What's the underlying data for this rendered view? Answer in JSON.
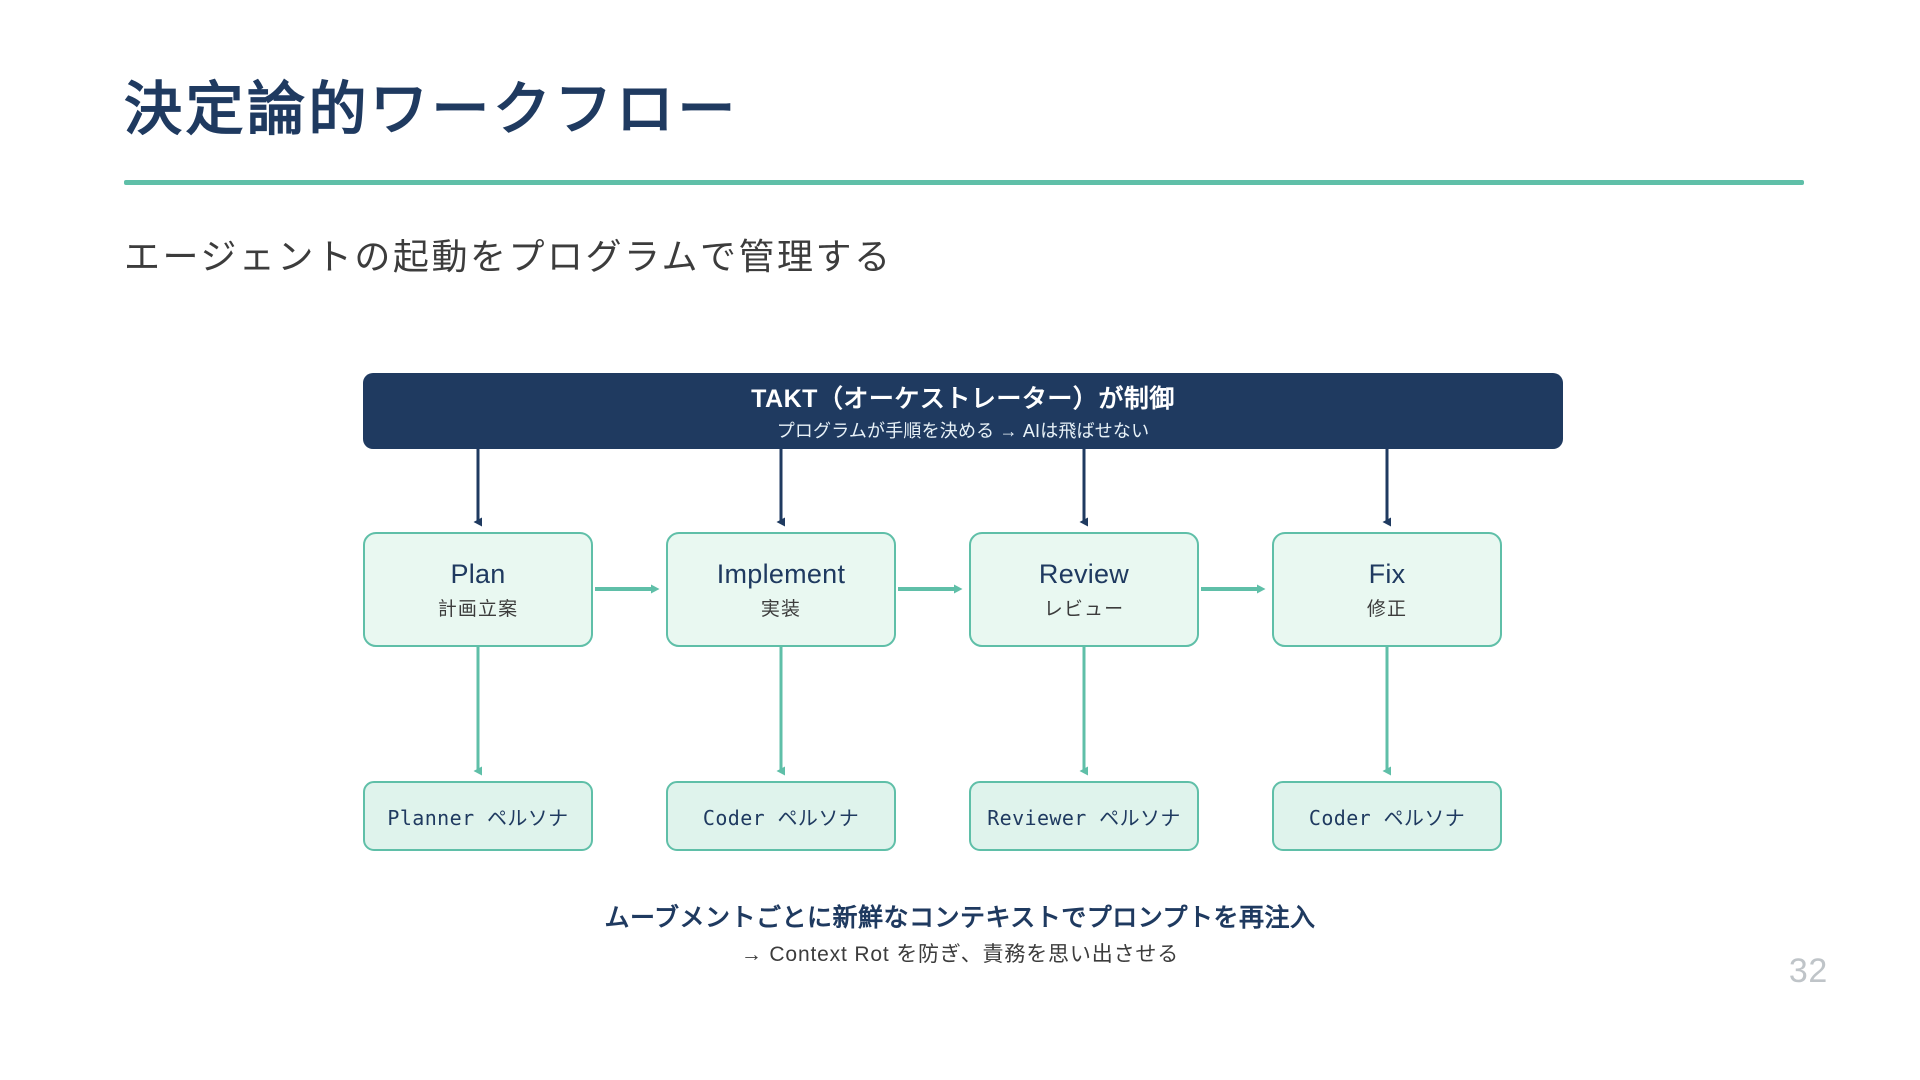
{
  "slide": {
    "title": "決定論的ワークフロー",
    "subtitle": "エージェントの起動をプログラムで管理する",
    "page_number": "32"
  },
  "colors": {
    "navy": "#1F3A60",
    "green_accent": "#5FBFA8",
    "stage_fill": "#E9F8F1",
    "persona_fill": "#DFF3EC",
    "body_text": "#3C3C3C",
    "page_number": "#BFC4C8",
    "background": "#FFFFFF"
  },
  "diagram": {
    "orchestrator": {
      "title": "TAKT（オーケストレーター）が制御",
      "subtitle": "プログラムが手順を決める → AIは飛ばせない"
    },
    "stages": [
      {
        "en": "Plan",
        "ja": "計画立案",
        "persona": "Planner ペルソナ"
      },
      {
        "en": "Implement",
        "ja": "実装",
        "persona": "Coder ペルソナ"
      },
      {
        "en": "Review",
        "ja": "レビュー",
        "persona": "Reviewer ペルソナ"
      },
      {
        "en": "Fix",
        "ja": "修正",
        "persona": "Coder ペルソナ"
      }
    ]
  },
  "footer": {
    "primary": "ムーブメントごとに新鮮なコンテキストでプロンプトを再注入",
    "secondary": "→ Context Rot を防ぎ、責務を思い出させる"
  }
}
